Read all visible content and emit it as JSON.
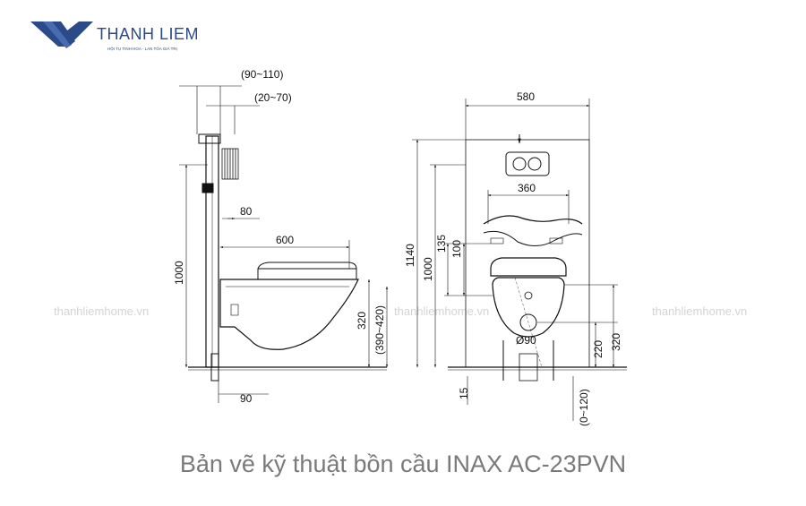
{
  "brand": {
    "name": "THANH LIEM",
    "tagline": "HỘI TỤ TINH HOA - LAN TỎA GIÁ TRỊ",
    "logo_color": "#2b4a8a"
  },
  "watermark": "thanhliemhome.vn",
  "side_view": {
    "dims": {
      "d90_110": "(90~110)",
      "d20_70": "(20~70)",
      "d80": "80",
      "d600": "600",
      "d1000": "1000",
      "d320": "320",
      "d390_420": "(390~420)",
      "d90": "90"
    }
  },
  "front_view": {
    "dims": {
      "d580": "580",
      "d360": "360",
      "d1140": "1140",
      "d1000": "1000",
      "d135": "135",
      "d100": "100",
      "d220": "220",
      "d320": "320",
      "d15": "15",
      "d0_120": "(0~120)",
      "d_phi90": "Ø90"
    }
  },
  "caption": "Bản vẽ kỹ thuật bồn cầu INAX AC-23PVN"
}
